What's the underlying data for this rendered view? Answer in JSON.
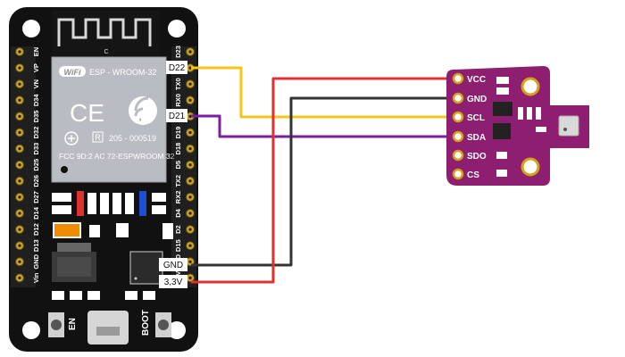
{
  "board": {
    "left_pins": [
      "EN",
      "VP",
      "VN",
      "D34",
      "D35",
      "D32",
      "D33",
      "D25",
      "D26",
      "D27",
      "D14",
      "D12",
      "D13",
      "GND",
      "Vin"
    ],
    "right_pins": [
      "D23",
      "D22",
      "TX0",
      "RX0",
      "D21",
      "D19",
      "D18",
      "D5",
      "TX2",
      "RX2",
      "D4",
      "D2",
      "D15",
      "GND",
      "3,3V"
    ],
    "module_label": "ESP - WROOM-32",
    "wifi_badge": "WiFi",
    "ce_mark": "CE",
    "cert_r": "R",
    "cert_number": "205 - 000519",
    "fcc_text": "FCC 9D:2 AC 72-ESPWROOM 32",
    "antenna_mark": "C",
    "en_button": "EN",
    "boot_button": "BOOT"
  },
  "callouts": {
    "d22": "D22",
    "d21": "D21",
    "gnd": "GND",
    "v33": "3,3V"
  },
  "sensor": {
    "pins": [
      "VCC",
      "GND",
      "SCL",
      "SDA",
      "SDO",
      "CS"
    ]
  },
  "wires": {
    "vcc_color": "#e03131",
    "gnd_color": "#333333",
    "scl_color": "#f5c518",
    "sda_color": "#7b1fa2"
  },
  "colors": {
    "board": "#111111",
    "module": "#b9bcc2",
    "sensor_pcb": "#8e1f70",
    "header": "#3a3a3a"
  }
}
